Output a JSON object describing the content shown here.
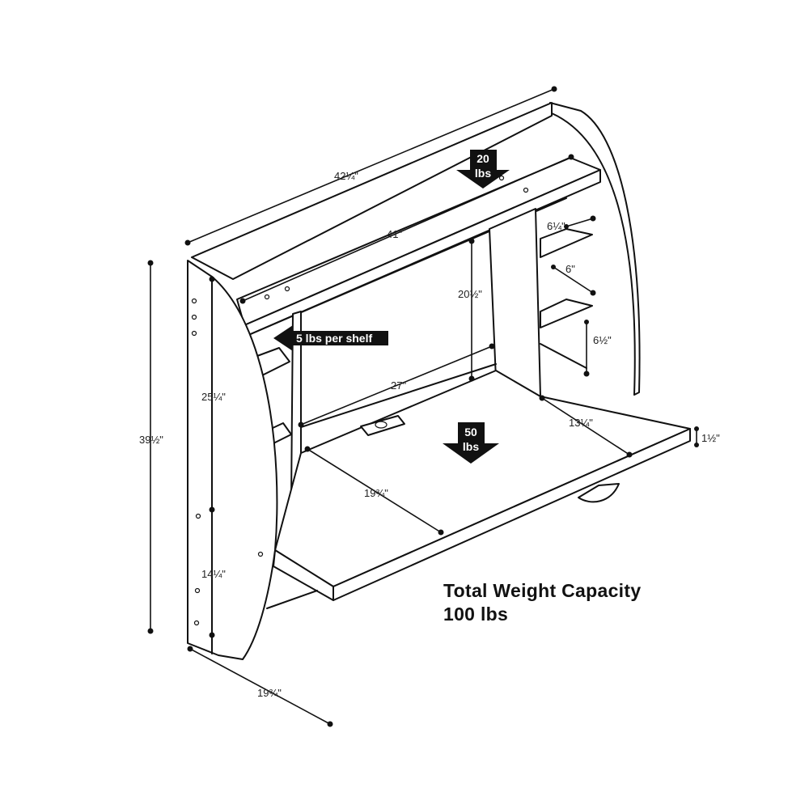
{
  "dimensions": {
    "overall_width": "42¼\"",
    "top_shelf_width": "41\"",
    "shelf_spacing_top": "6¼\"",
    "shelf_spacing_mid": "6\"",
    "shelf_spacing_low": "6½\"",
    "opening_height": "20½\"",
    "inner_width": "27\"",
    "right_compartment_depth": "13¼\"",
    "desk_thickness": "1½\"",
    "desk_depth": "19¾\"",
    "overall_height": "39½\"",
    "upper_height": "25¼\"",
    "lower_height": "14¼\"",
    "overall_depth": "19¾\""
  },
  "loads": {
    "top_shelf": [
      "20",
      "lbs"
    ],
    "side_shelf": "5 lbs per shelf",
    "desk": [
      "50",
      "lbs"
    ]
  },
  "caption": {
    "line1": "Total Weight Capacity",
    "line2": "100 lbs"
  }
}
